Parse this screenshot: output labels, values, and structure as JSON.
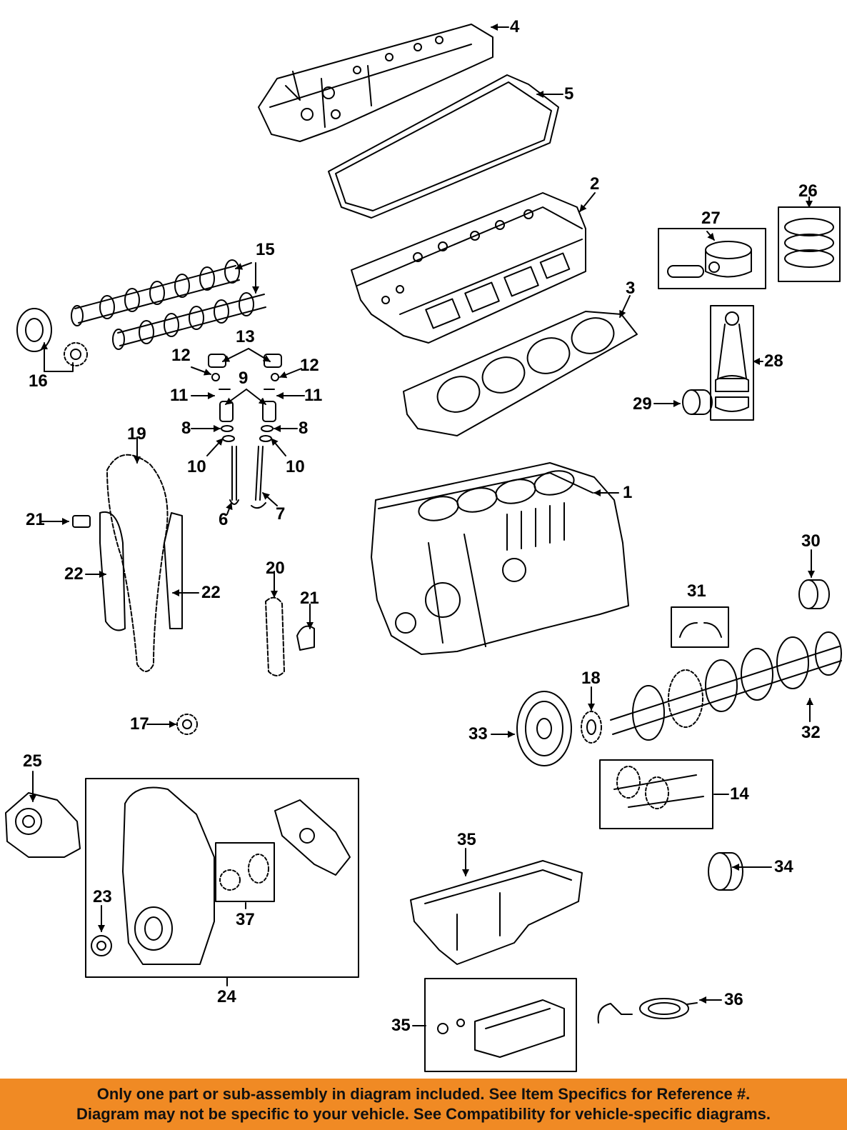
{
  "colors": {
    "banner": "#f08a24",
    "ink": "#000000",
    "paper": "#ffffff"
  },
  "callouts": {
    "c1": "1",
    "c2": "2",
    "c3": "3",
    "c4": "4",
    "c5": "5",
    "c6": "6",
    "c7": "7",
    "c8a": "8",
    "c8b": "8",
    "c9": "9",
    "c10a": "10",
    "c10b": "10",
    "c11a": "11",
    "c11b": "11",
    "c12a": "12",
    "c12b": "12",
    "c13": "13",
    "c14": "14",
    "c15": "15",
    "c16": "16",
    "c17": "17",
    "c18": "18",
    "c19": "19",
    "c20": "20",
    "c21a": "21",
    "c21b": "21",
    "c22a": "22",
    "c22b": "22",
    "c23": "23",
    "c24": "24",
    "c25": "25",
    "c26": "26",
    "c27": "27",
    "c28": "28",
    "c29": "29",
    "c30": "30",
    "c31": "31",
    "c32": "32",
    "c33": "33",
    "c34": "34",
    "c35a": "35",
    "c35b": "35",
    "c36": "36",
    "c37": "37"
  },
  "banner": {
    "line1": "Only one part or sub-assembly in diagram included. See Item Specifics for Reference #.",
    "line2": "Diagram may not be specific to your vehicle. See Compatibility for vehicle-specific diagrams."
  }
}
